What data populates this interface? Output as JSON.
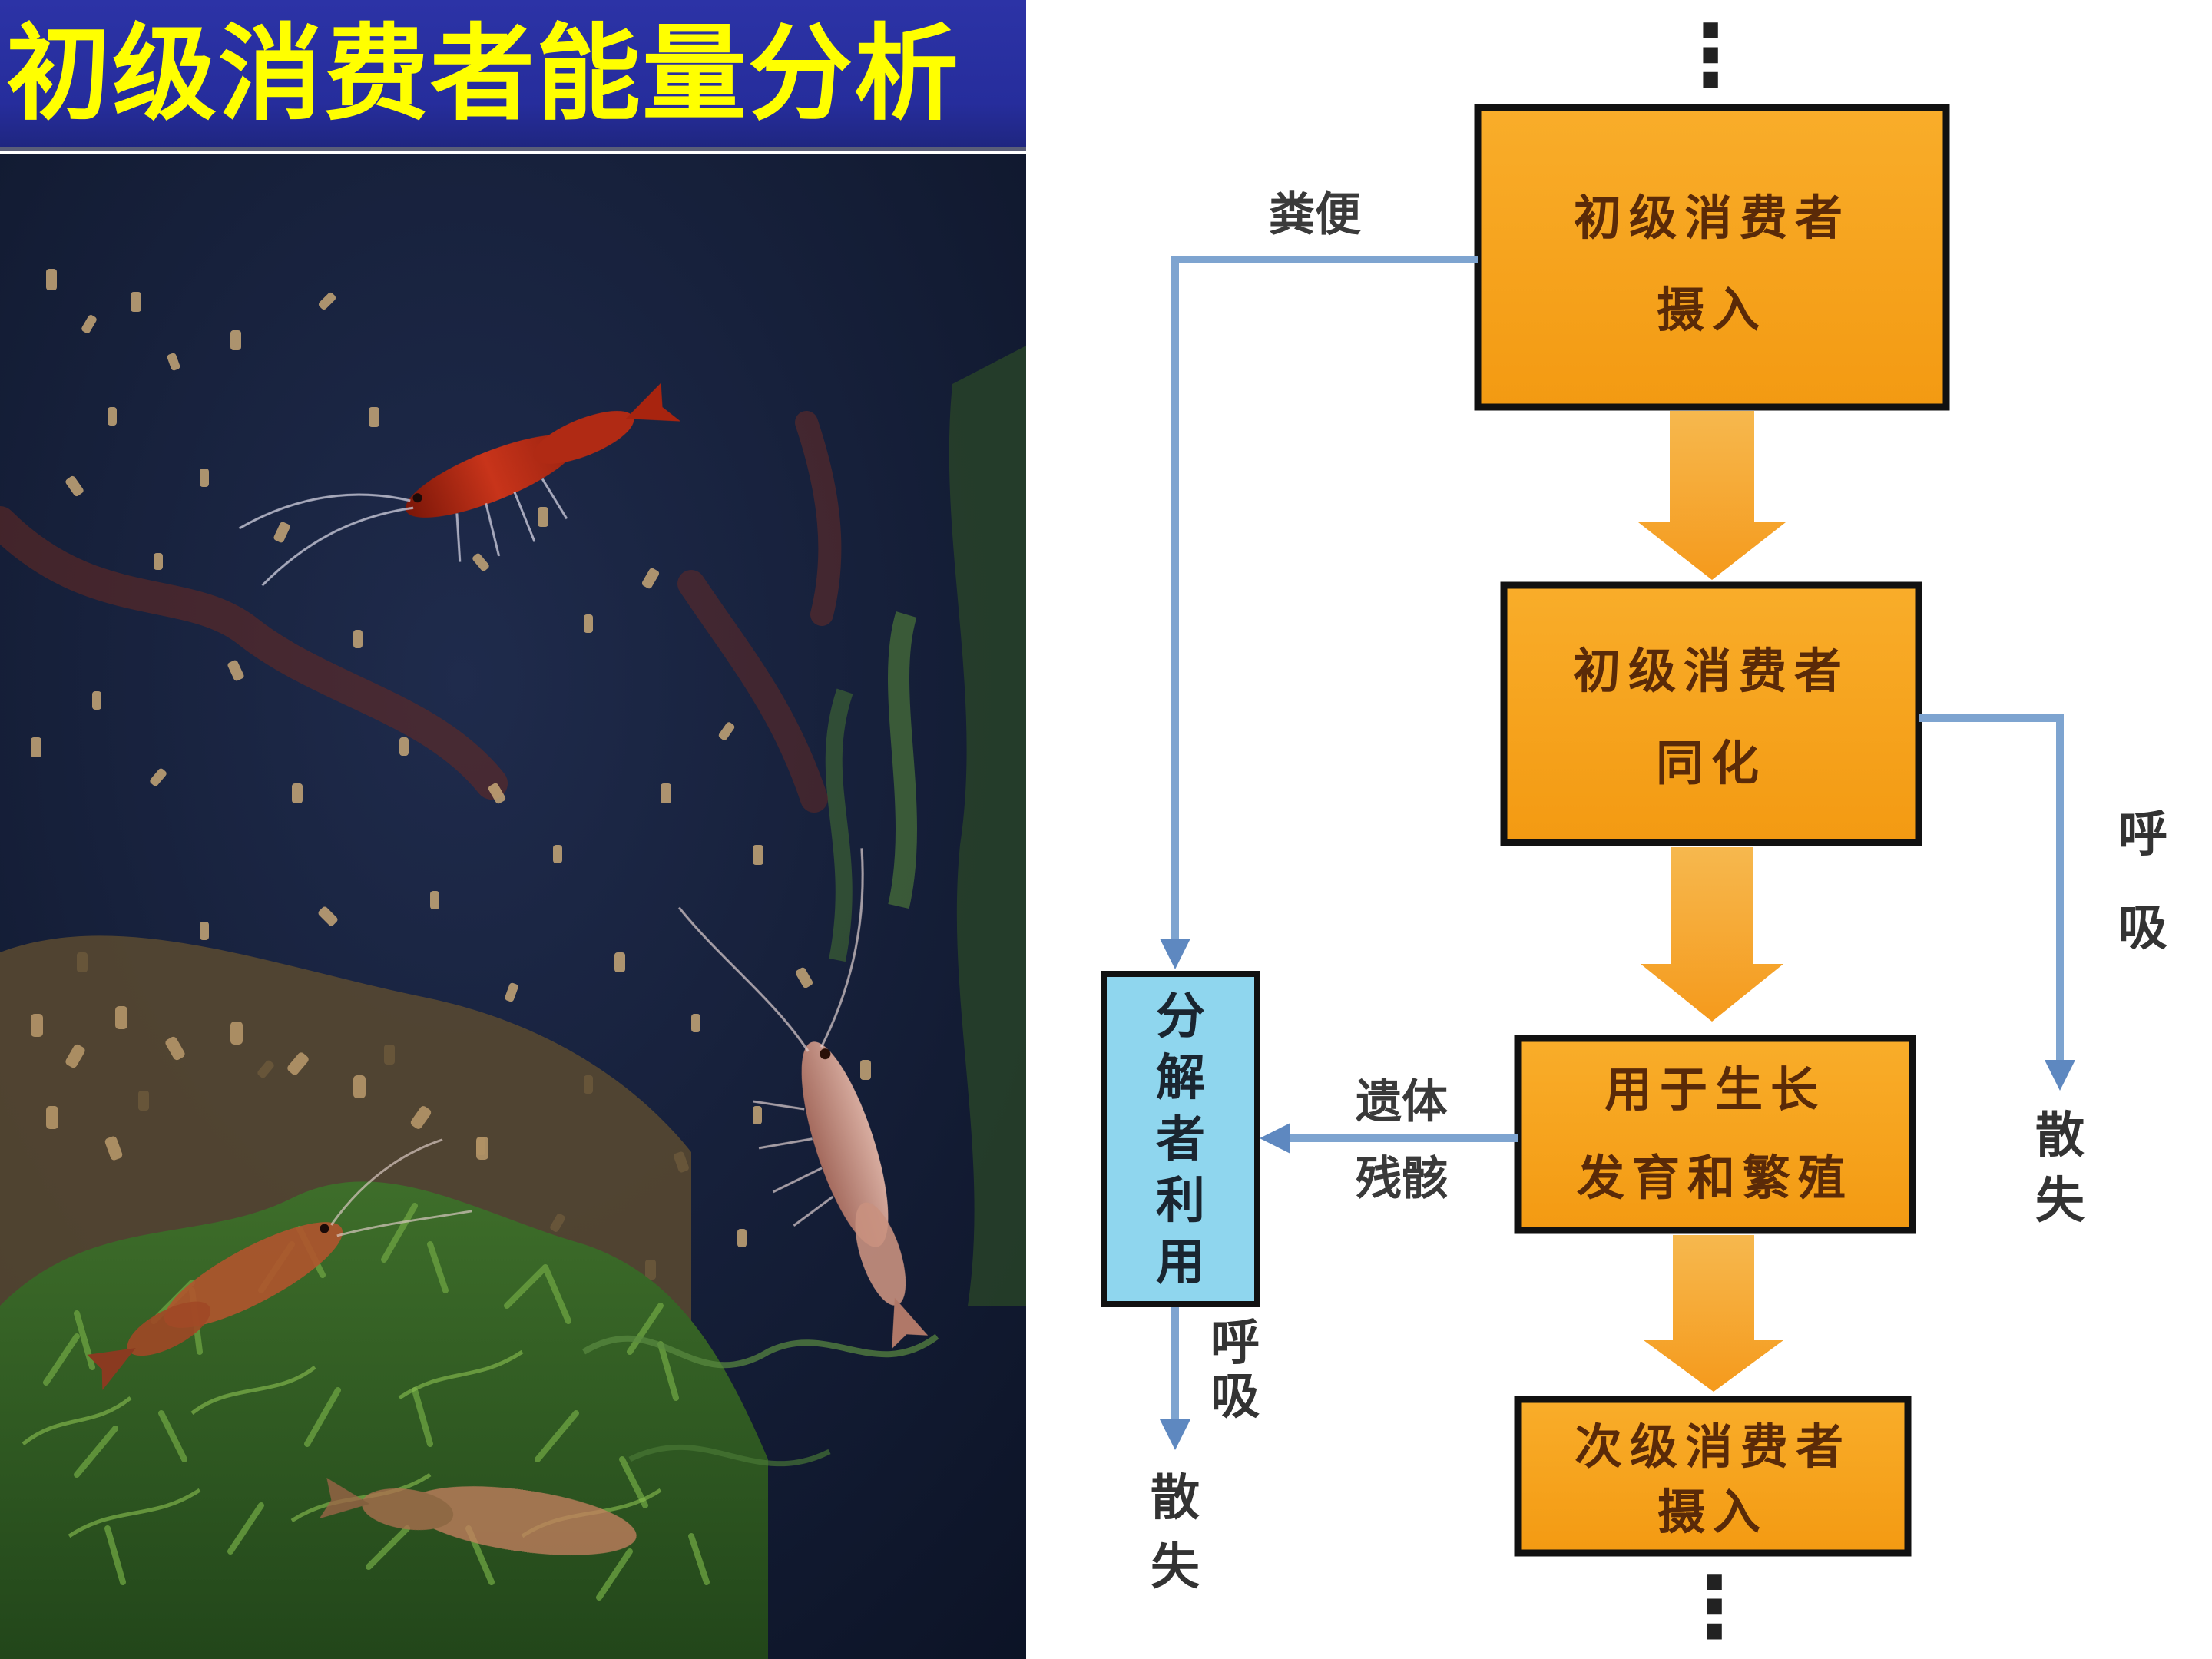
{
  "title": "初级消费者能量分析",
  "colors": {
    "banner_bg": "#2c33a6",
    "title_text": "#ffff00",
    "box_fill": "#f7a21b",
    "box_border": "#111111",
    "decomposer_fill": "#8fd6ee",
    "arrow_orange": "#f7b043",
    "flow_line": "#7ea4d0"
  },
  "photo": {
    "subject_icon": "shrimp-icon"
  },
  "diagram": {
    "top_dots": "⋮",
    "bottom_dots": "⋮",
    "boxes": {
      "intake": {
        "line1": "初级消费者",
        "line2": "摄入"
      },
      "assimilation": {
        "line1": "初级消费者",
        "line2": "同化"
      },
      "growth": {
        "line1": "用于生长",
        "line2": "发育和繁殖"
      },
      "secondary": {
        "line1": "次级消费者",
        "line2": "摄入"
      },
      "decomposer": {
        "chars": [
          "分",
          "解",
          "者",
          "利",
          "用"
        ]
      }
    },
    "labels": {
      "feces": "粪便",
      "remains_1": "遗体",
      "remains_2": "残骸",
      "respiration_right": [
        "呼",
        "吸"
      ],
      "dissipation_right": [
        "散",
        "失"
      ],
      "respiration_left": [
        "呼",
        "吸"
      ],
      "dissipation_left": [
        "散",
        "失"
      ]
    }
  }
}
